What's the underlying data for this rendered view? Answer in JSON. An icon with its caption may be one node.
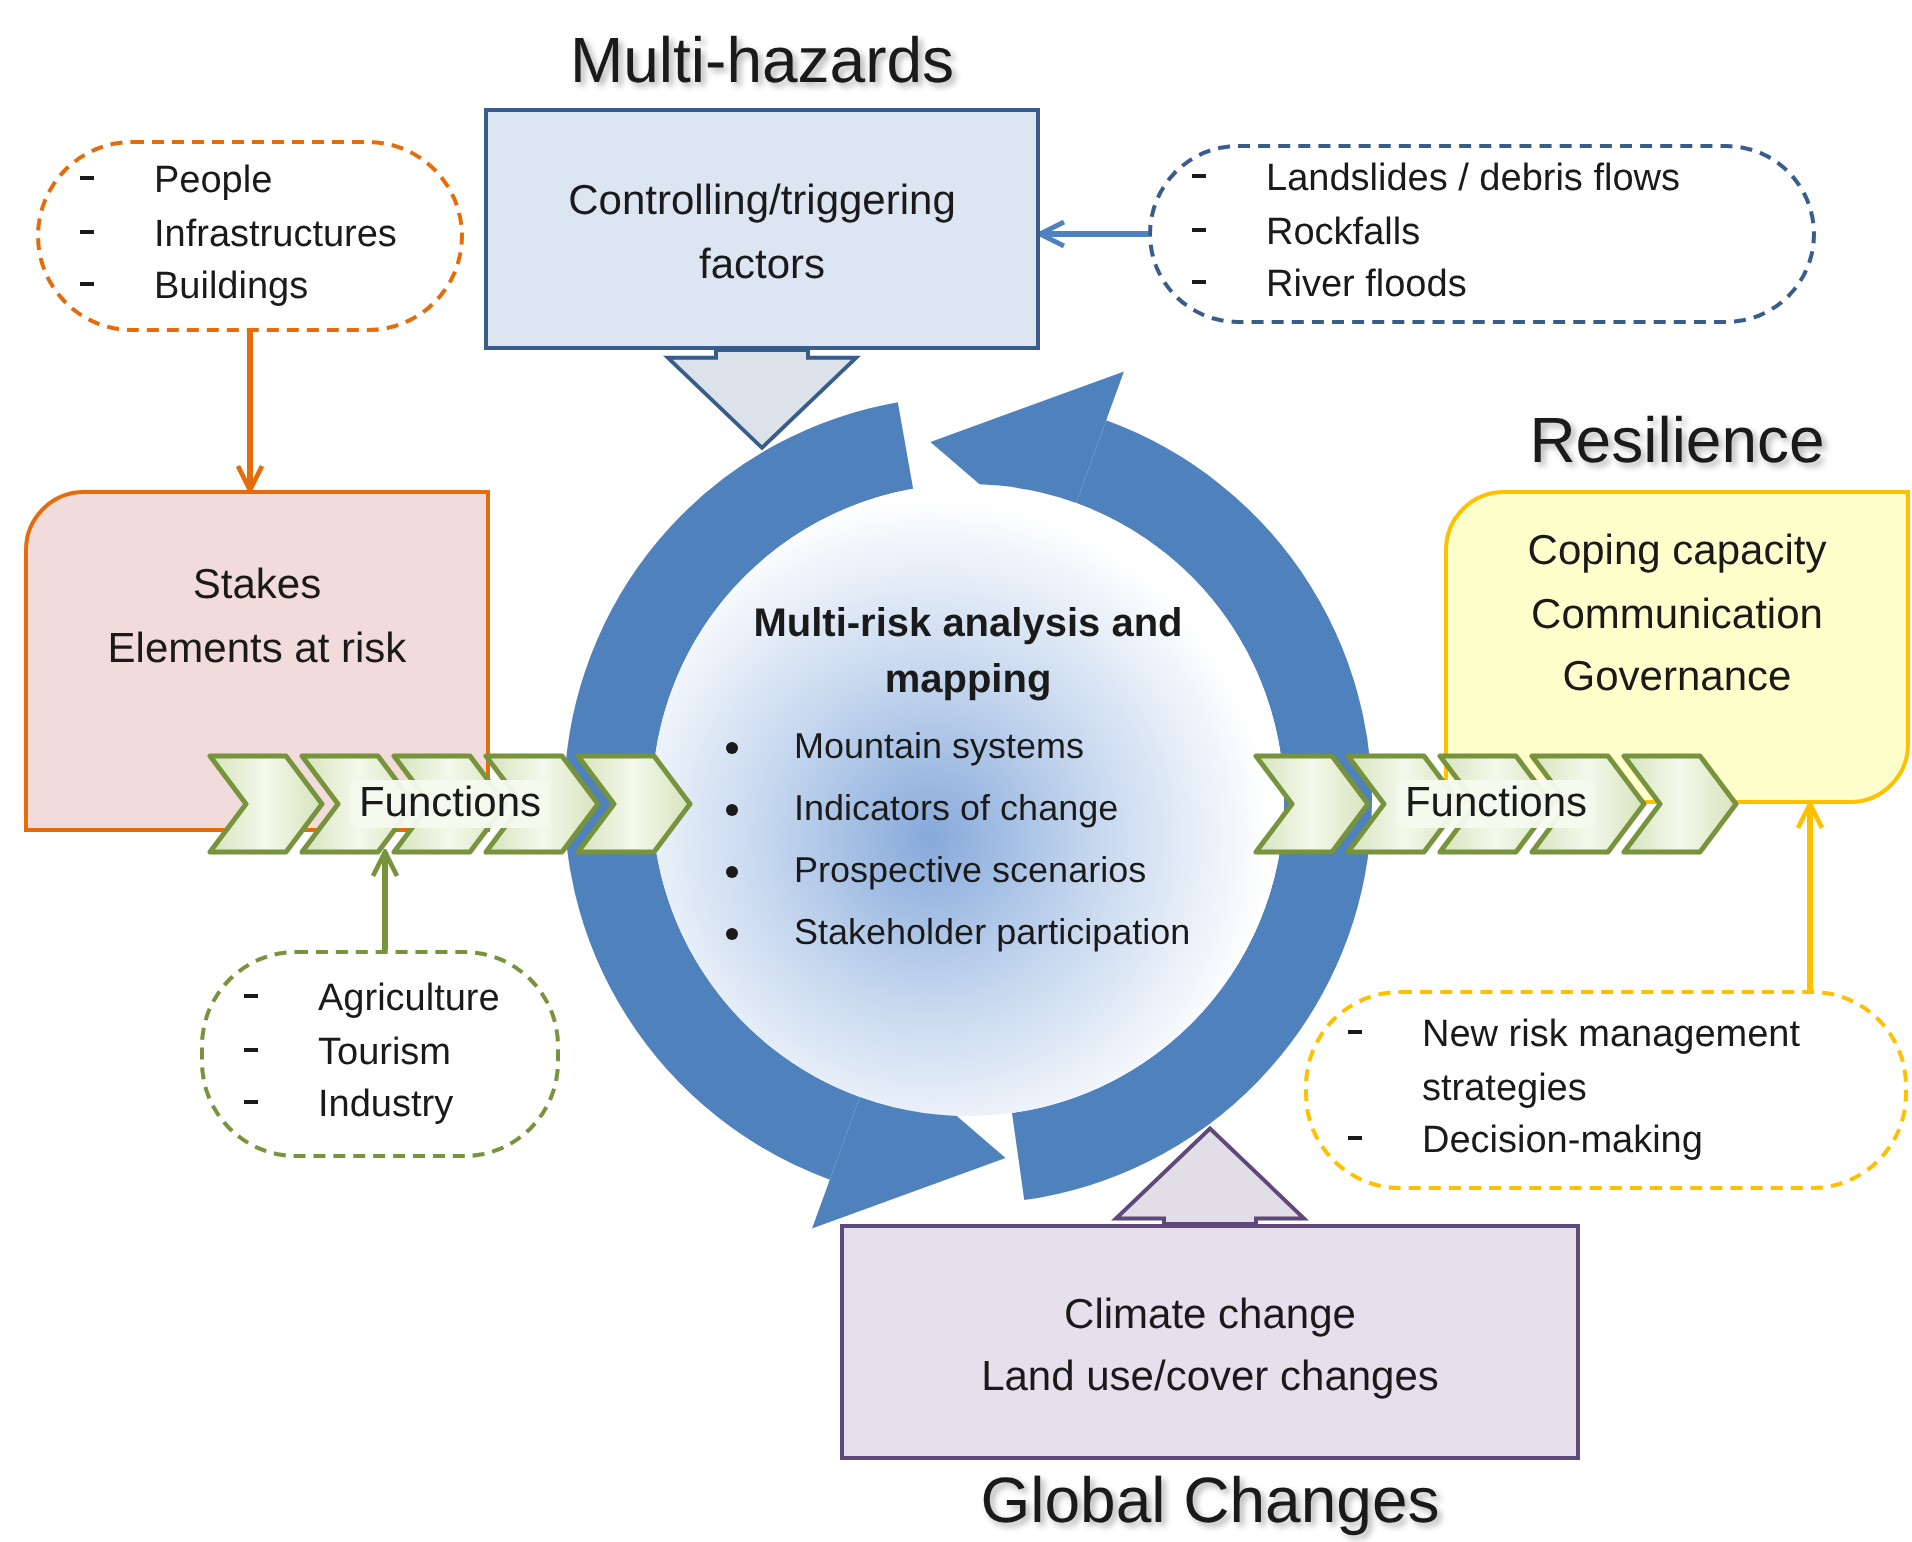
{
  "diagram": {
    "nodes": [
      {
        "text": [
          "Multi-hazards",
          "Controlling/triggering factors"
        ]
      },
      {
        "text": [
          "Landslides / debris flows",
          "Rockfalls",
          "River floods"
        ]
      },
      {
        "text": [
          "People",
          "Infrastructures",
          "Buildings"
        ]
      },
      {
        "text": [
          "Stakes",
          "Elements at risk"
        ]
      },
      {
        "text": [
          "Functions"
        ]
      },
      {
        "text": [
          "Agriculture",
          "Tourism",
          "Industry"
        ]
      },
      {
        "text": [
          "Multi-risk analysis and mapping",
          "Mountain systems",
          "Indicators of change",
          "Prospective scenarios",
          "Stakeholder participation"
        ]
      },
      {
        "text": [
          "Resilience",
          "Coping capacity",
          "Communication",
          "Governance"
        ]
      },
      {
        "text": [
          "Functions"
        ]
      },
      {
        "text": [
          "New risk management strategies",
          "Decision-making"
        ]
      },
      {
        "text": [
          "Climate change",
          "Land use/cover changes",
          "Global Changes"
        ]
      }
    ],
    "edges": [
      {
        "from": 1,
        "to": 0,
        "arrow": "to",
        "color": "#4f81bd"
      },
      {
        "from": 2,
        "to": 3,
        "arrow": "to",
        "color": "#e46c0a"
      },
      {
        "from": 5,
        "to": 4,
        "arrow": "to",
        "color": "#77933c"
      },
      {
        "from": 9,
        "to": 7,
        "arrow": "to",
        "color": "#ffc000"
      },
      {
        "from": 0,
        "to": 6,
        "arrow": "to",
        "style": "thick",
        "color": "#385d8a"
      },
      {
        "from": 10,
        "to": 6,
        "arrow": "to",
        "style": "thick",
        "color": "#5f497a"
      }
    ]
  }
}
